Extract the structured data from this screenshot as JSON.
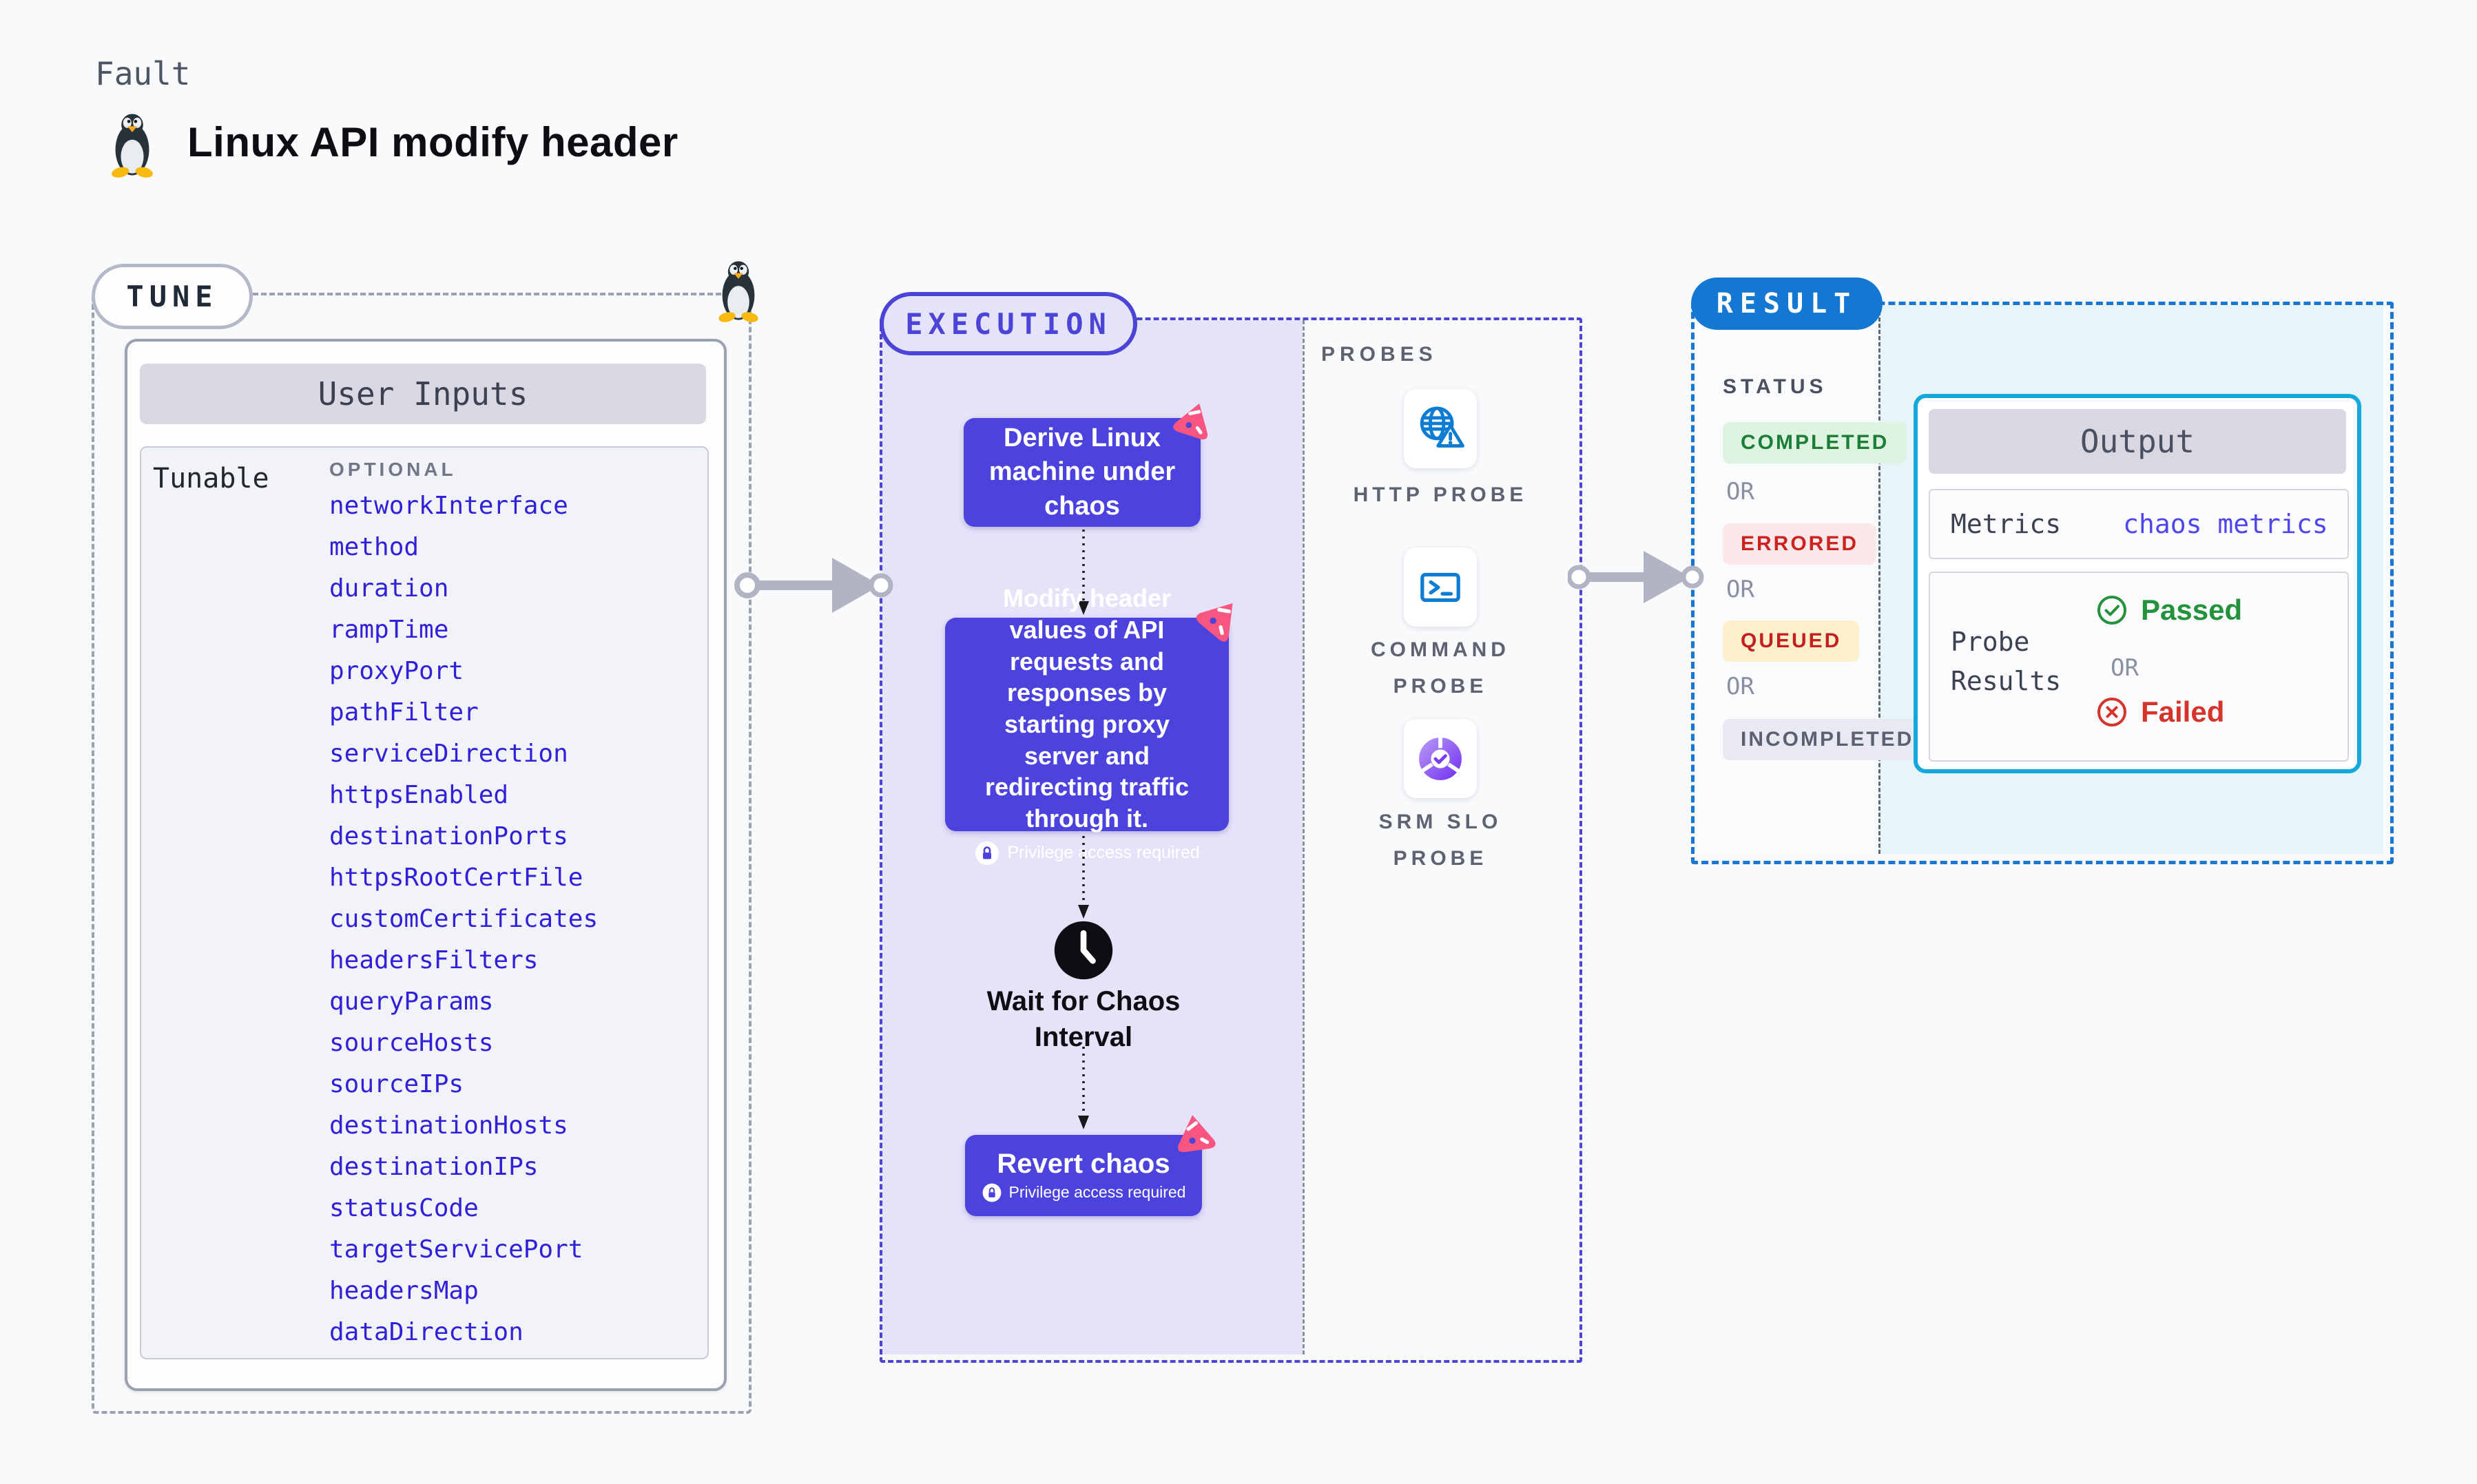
{
  "page": {
    "kicker": "Fault",
    "title": "Linux API modify header"
  },
  "tune": {
    "label": "TUNE",
    "panel_title": "User Inputs",
    "row_label": "Tunable",
    "optional_label": "OPTIONAL",
    "params": [
      "networkInterface",
      "method",
      "duration",
      "rampTime",
      "proxyPort",
      "pathFilter",
      "serviceDirection",
      "httpsEnabled",
      "destinationPorts",
      "httpsRootCertFile",
      "customCertificates",
      "headersFilters",
      "queryParams",
      "sourceHosts",
      "sourceIPs",
      "destinationHosts",
      "destinationIPs",
      "statusCode",
      "targetServicePort",
      "headersMap",
      "dataDirection"
    ]
  },
  "execution": {
    "label": "EXECUTION",
    "derive": "Derive Linux machine under chaos",
    "modify": "Modify header values of API requests and responses by starting proxy server and redirecting traffic through it.",
    "privilege": "Privilege access required",
    "wait": "Wait for Chaos\nInterval",
    "revert": "Revert chaos"
  },
  "probes": {
    "label": "PROBES",
    "items": [
      {
        "label": "HTTP PROBE",
        "icon": "globe-alert-icon"
      },
      {
        "label": "COMMAND\nPROBE",
        "icon": "terminal-icon"
      },
      {
        "label": "SRM SLO\nPROBE",
        "icon": "slo-donut-icon"
      }
    ]
  },
  "result": {
    "label": "RESULT",
    "status_label": "STATUS",
    "or": "OR",
    "statuses": [
      "COMPLETED",
      "ERRORED",
      "QUEUED",
      "INCOMPLETED"
    ],
    "output": {
      "title": "Output",
      "metrics_label": "Metrics",
      "metrics_value": "chaos metrics",
      "probe_results_label": "Probe Results",
      "passed": "Passed",
      "failed": "Failed"
    }
  },
  "colors": {
    "accent_indigo": "#4b44d6",
    "chaos_box_indigo": "#4c43df",
    "param_link_blue": "#3020d8",
    "result_pill_blue": "#1478d2",
    "output_border_cyan": "#15a8dc",
    "probe_icon_blue": "#0e7cd2",
    "chaos_flag_pink": "#f95581",
    "completed_fg": "#1b7f37",
    "completed_bg": "#dff3e1",
    "errored_fg": "#cc2222",
    "errored_bg": "#fbe9e9",
    "queued_fg": "#c41e1e",
    "queued_bg": "#fcf0cc",
    "incompleted_fg": "#5a6172",
    "incompleted_bg": "#e9eaf1",
    "passed_green": "#22923b",
    "failed_red": "#d4342a"
  }
}
